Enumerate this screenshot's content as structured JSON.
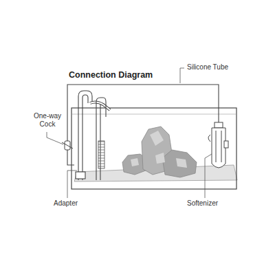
{
  "diagram": {
    "title": "Connection Diagram",
    "labels": [
      "Silicone Tube",
      "One-way Cock",
      "Adapter",
      "Softenizer"
    ]
  }
}
